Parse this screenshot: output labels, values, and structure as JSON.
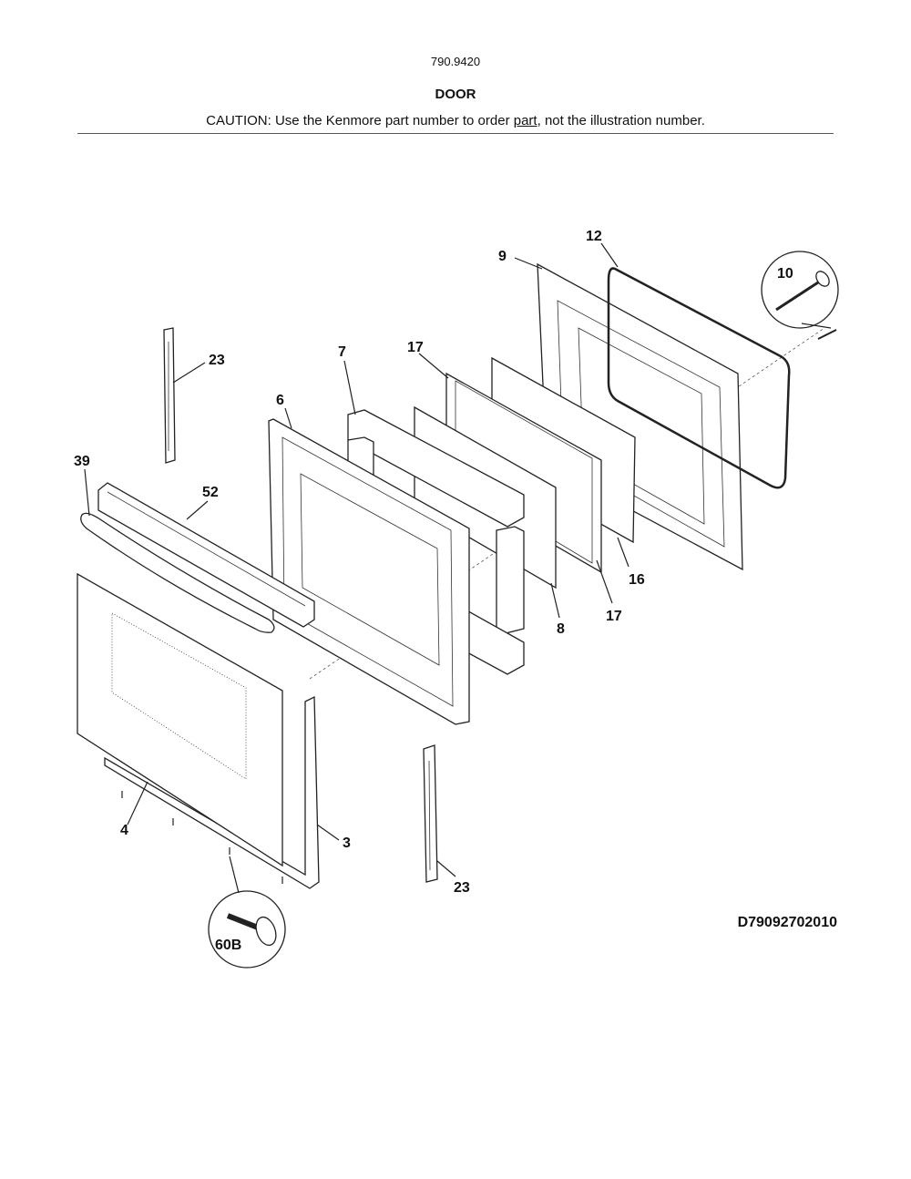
{
  "header": {
    "model_number": "790.9420",
    "section_title": "DOOR",
    "caution_prefix": "CAUTION: Use the Kenmore part number to order ",
    "caution_link": "part",
    "caution_suffix": ", not the illustration number."
  },
  "callouts": {
    "c3": "3",
    "c4": "4",
    "c6": "6",
    "c7": "7",
    "c8": "8",
    "c9": "9",
    "c10": "10",
    "c12": "12",
    "c16": "16",
    "c17a": "17",
    "c17b": "17",
    "c23a": "23",
    "c23b": "23",
    "c39": "39",
    "c52": "52",
    "c60b": "60B"
  },
  "diagram_code": "D79092702010"
}
